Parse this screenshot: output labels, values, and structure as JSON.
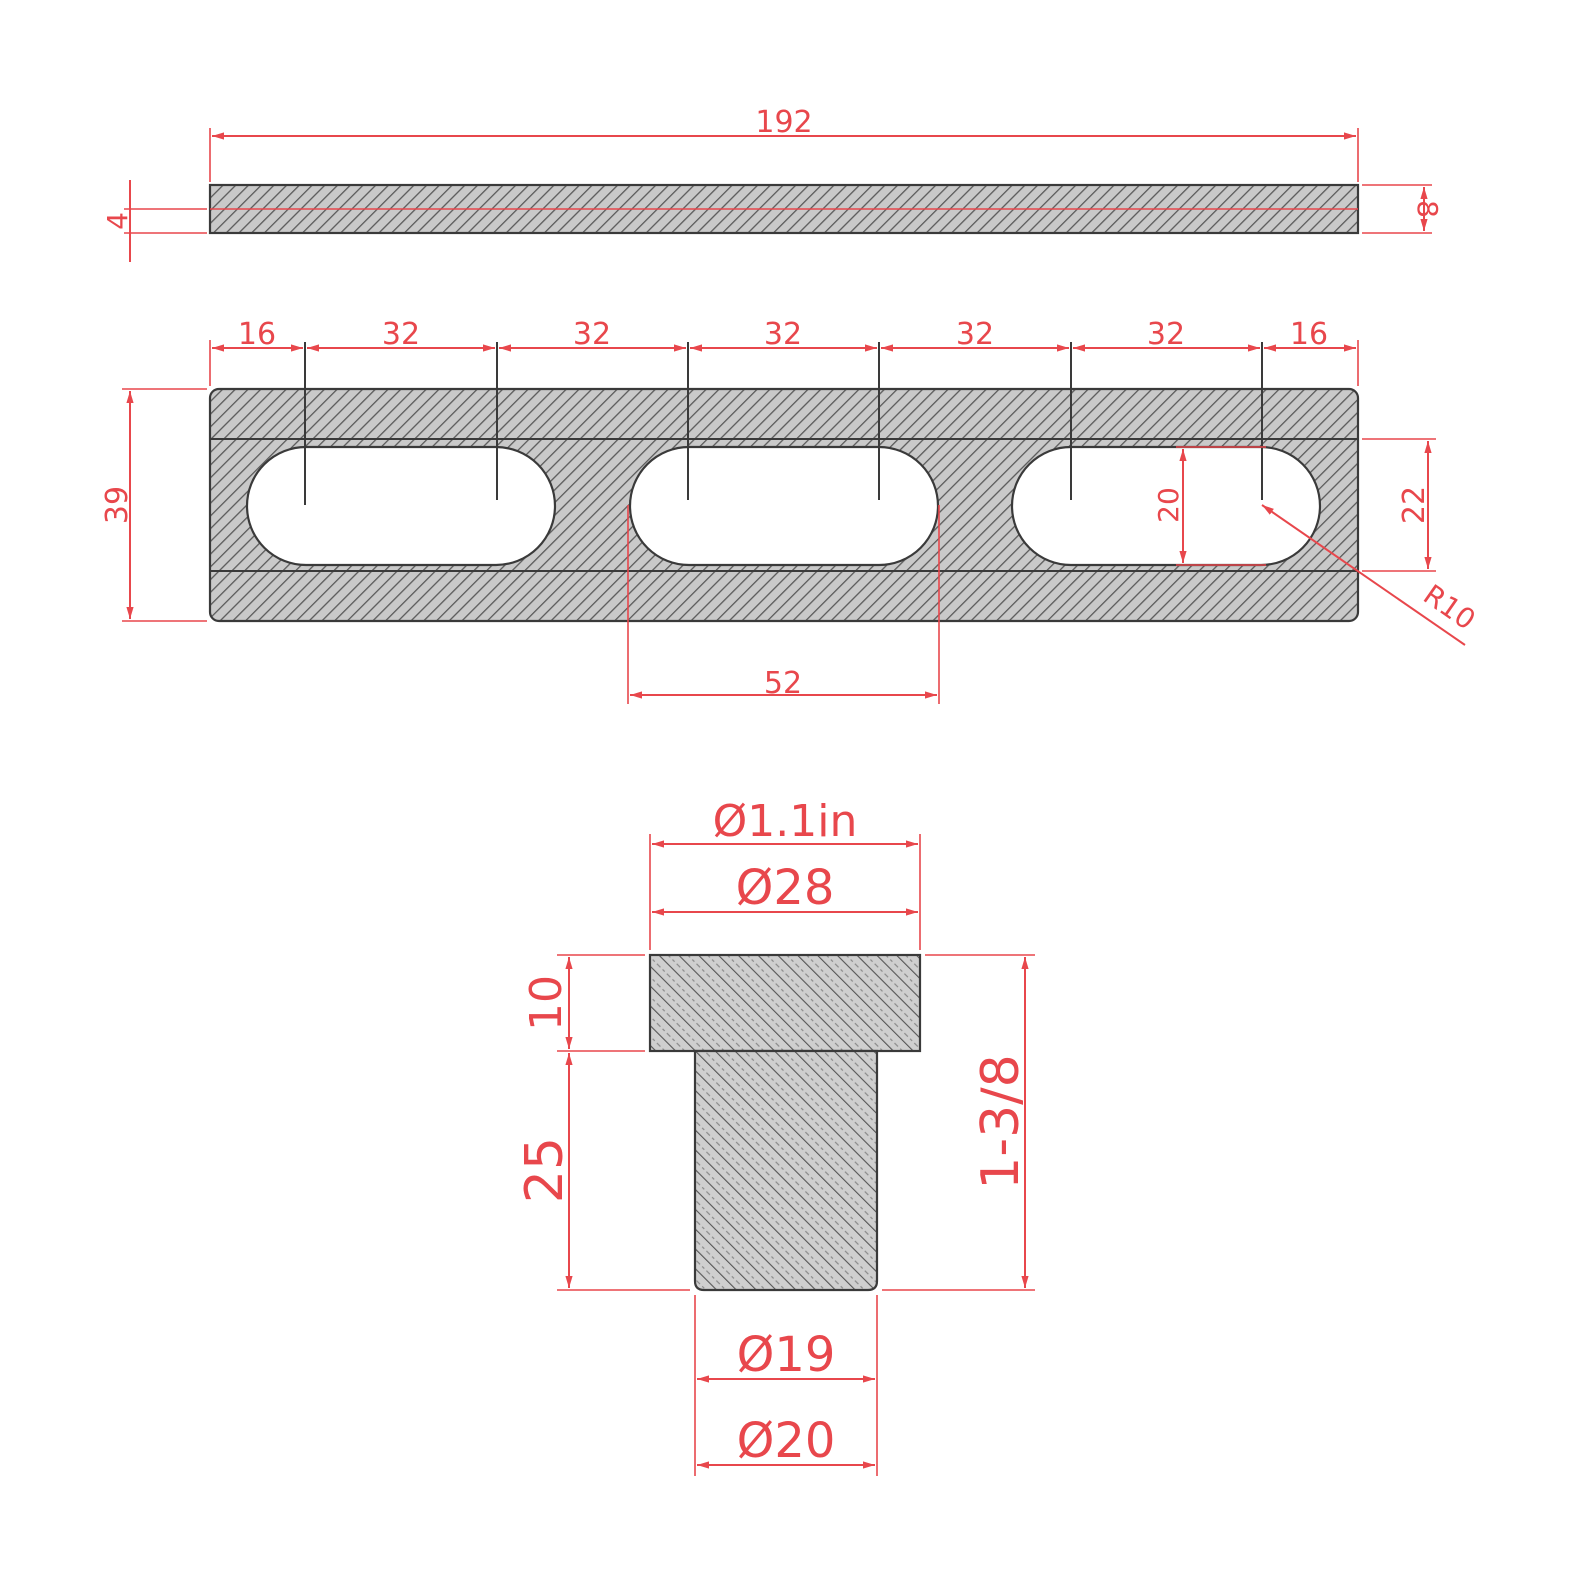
{
  "colors": {
    "dimension": "#e8474c",
    "outline": "#3a3a3a",
    "hatch_line": "#5a5a5a",
    "hatch_fill": "#bdbdbd"
  },
  "plate_side_view": {
    "length": "192",
    "half_thickness": "4",
    "thickness": "8"
  },
  "plate_top_view": {
    "spacings": [
      "16",
      "32",
      "32",
      "32",
      "32",
      "32",
      "16"
    ],
    "height": "39",
    "slot_width": "20",
    "rail_inner_height": "22",
    "corner_radius": "R10",
    "slot_length": "52"
  },
  "pin": {
    "head_diameter_in": "Ø1.1in",
    "head_diameter": "Ø28",
    "head_height": "10",
    "shaft_length": "25",
    "total_length_in": "1-3/8",
    "shaft_diameter_a": "Ø19",
    "shaft_diameter_b": "Ø20"
  }
}
